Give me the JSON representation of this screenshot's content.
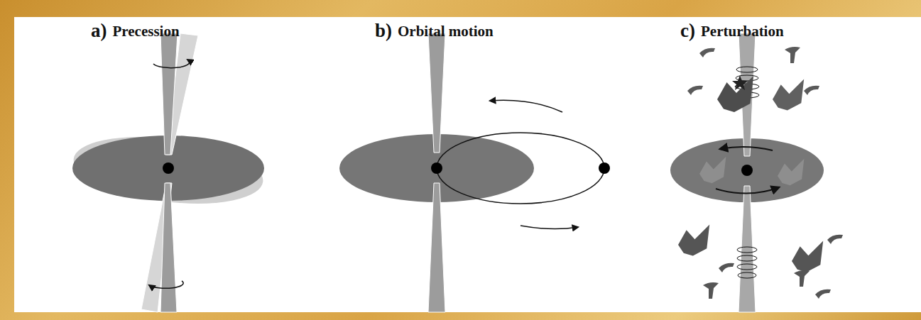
{
  "diagram": {
    "labels": [
      "a)",
      "Precession",
      "b)",
      "Orbital motion",
      "c)",
      "Perturbation"
    ]
  }
}
